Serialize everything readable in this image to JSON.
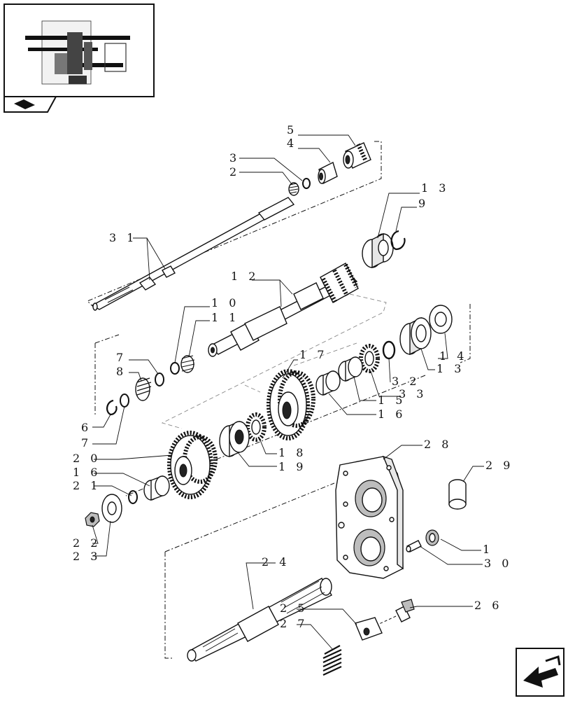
{
  "labels": [
    {
      "id": "5",
      "text": "5"
    },
    {
      "id": "4",
      "text": "4"
    },
    {
      "id": "3",
      "text": "3"
    },
    {
      "id": "2",
      "text": "2"
    },
    {
      "id": "13a",
      "text": "1 3"
    },
    {
      "id": "9",
      "text": "9"
    },
    {
      "id": "31",
      "text": "3 1"
    },
    {
      "id": "12",
      "text": "1 2"
    },
    {
      "id": "10",
      "text": "1 0"
    },
    {
      "id": "11",
      "text": "1 1"
    },
    {
      "id": "7a",
      "text": "7"
    },
    {
      "id": "8",
      "text": "8"
    },
    {
      "id": "6",
      "text": "6"
    },
    {
      "id": "7b",
      "text": "7"
    },
    {
      "id": "17",
      "text": "1 7"
    },
    {
      "id": "14",
      "text": "1 4"
    },
    {
      "id": "13b",
      "text": "1 3"
    },
    {
      "id": "32",
      "text": "3 2"
    },
    {
      "id": "15",
      "text": "1 5"
    },
    {
      "id": "33",
      "text": "3 3"
    },
    {
      "id": "16a",
      "text": "1 6"
    },
    {
      "id": "18",
      "text": "1 8"
    },
    {
      "id": "19",
      "text": "1 9"
    },
    {
      "id": "20",
      "text": "2 0"
    },
    {
      "id": "16b",
      "text": "1 6"
    },
    {
      "id": "21",
      "text": "2 1"
    },
    {
      "id": "22",
      "text": "2 2"
    },
    {
      "id": "23",
      "text": "2 3"
    },
    {
      "id": "28",
      "text": "2 8"
    },
    {
      "id": "29",
      "text": "2 9"
    },
    {
      "id": "1",
      "text": "1"
    },
    {
      "id": "30",
      "text": "3 0"
    },
    {
      "id": "24",
      "text": "2 4"
    },
    {
      "id": "25",
      "text": "2 5"
    },
    {
      "id": "27",
      "text": "2 7"
    },
    {
      "id": "26",
      "text": "2 6"
    }
  ],
  "icons": {
    "thumbnail": "tractor-location-thumbnail",
    "book_tab": "book-tab-icon",
    "next_page": "next-page-arrow-icon"
  },
  "colors": {
    "line": "#111111",
    "background": "#ffffff"
  }
}
